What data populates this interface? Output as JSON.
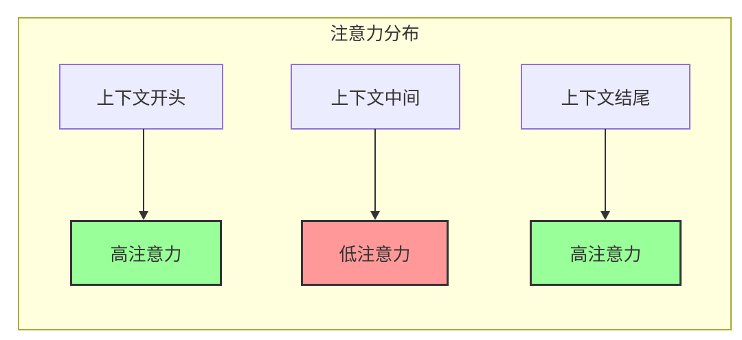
{
  "diagram": {
    "title": "注意力分布",
    "columns": [
      {
        "source": "上下文开头",
        "target": "高注意力",
        "attention": "high"
      },
      {
        "source": "上下文中间",
        "target": "低注意力",
        "attention": "low"
      },
      {
        "source": "上下文结尾",
        "target": "高注意力",
        "attention": "high"
      }
    ],
    "colors": {
      "container_bg": "#ffffde",
      "container_border": "#aaaa33",
      "node_bg": "#ececff",
      "node_border": "#9370db",
      "high_bg": "#99ff99",
      "low_bg": "#ff9999",
      "result_border": "#333333",
      "text": "#333333",
      "arrow": "#333333"
    }
  }
}
